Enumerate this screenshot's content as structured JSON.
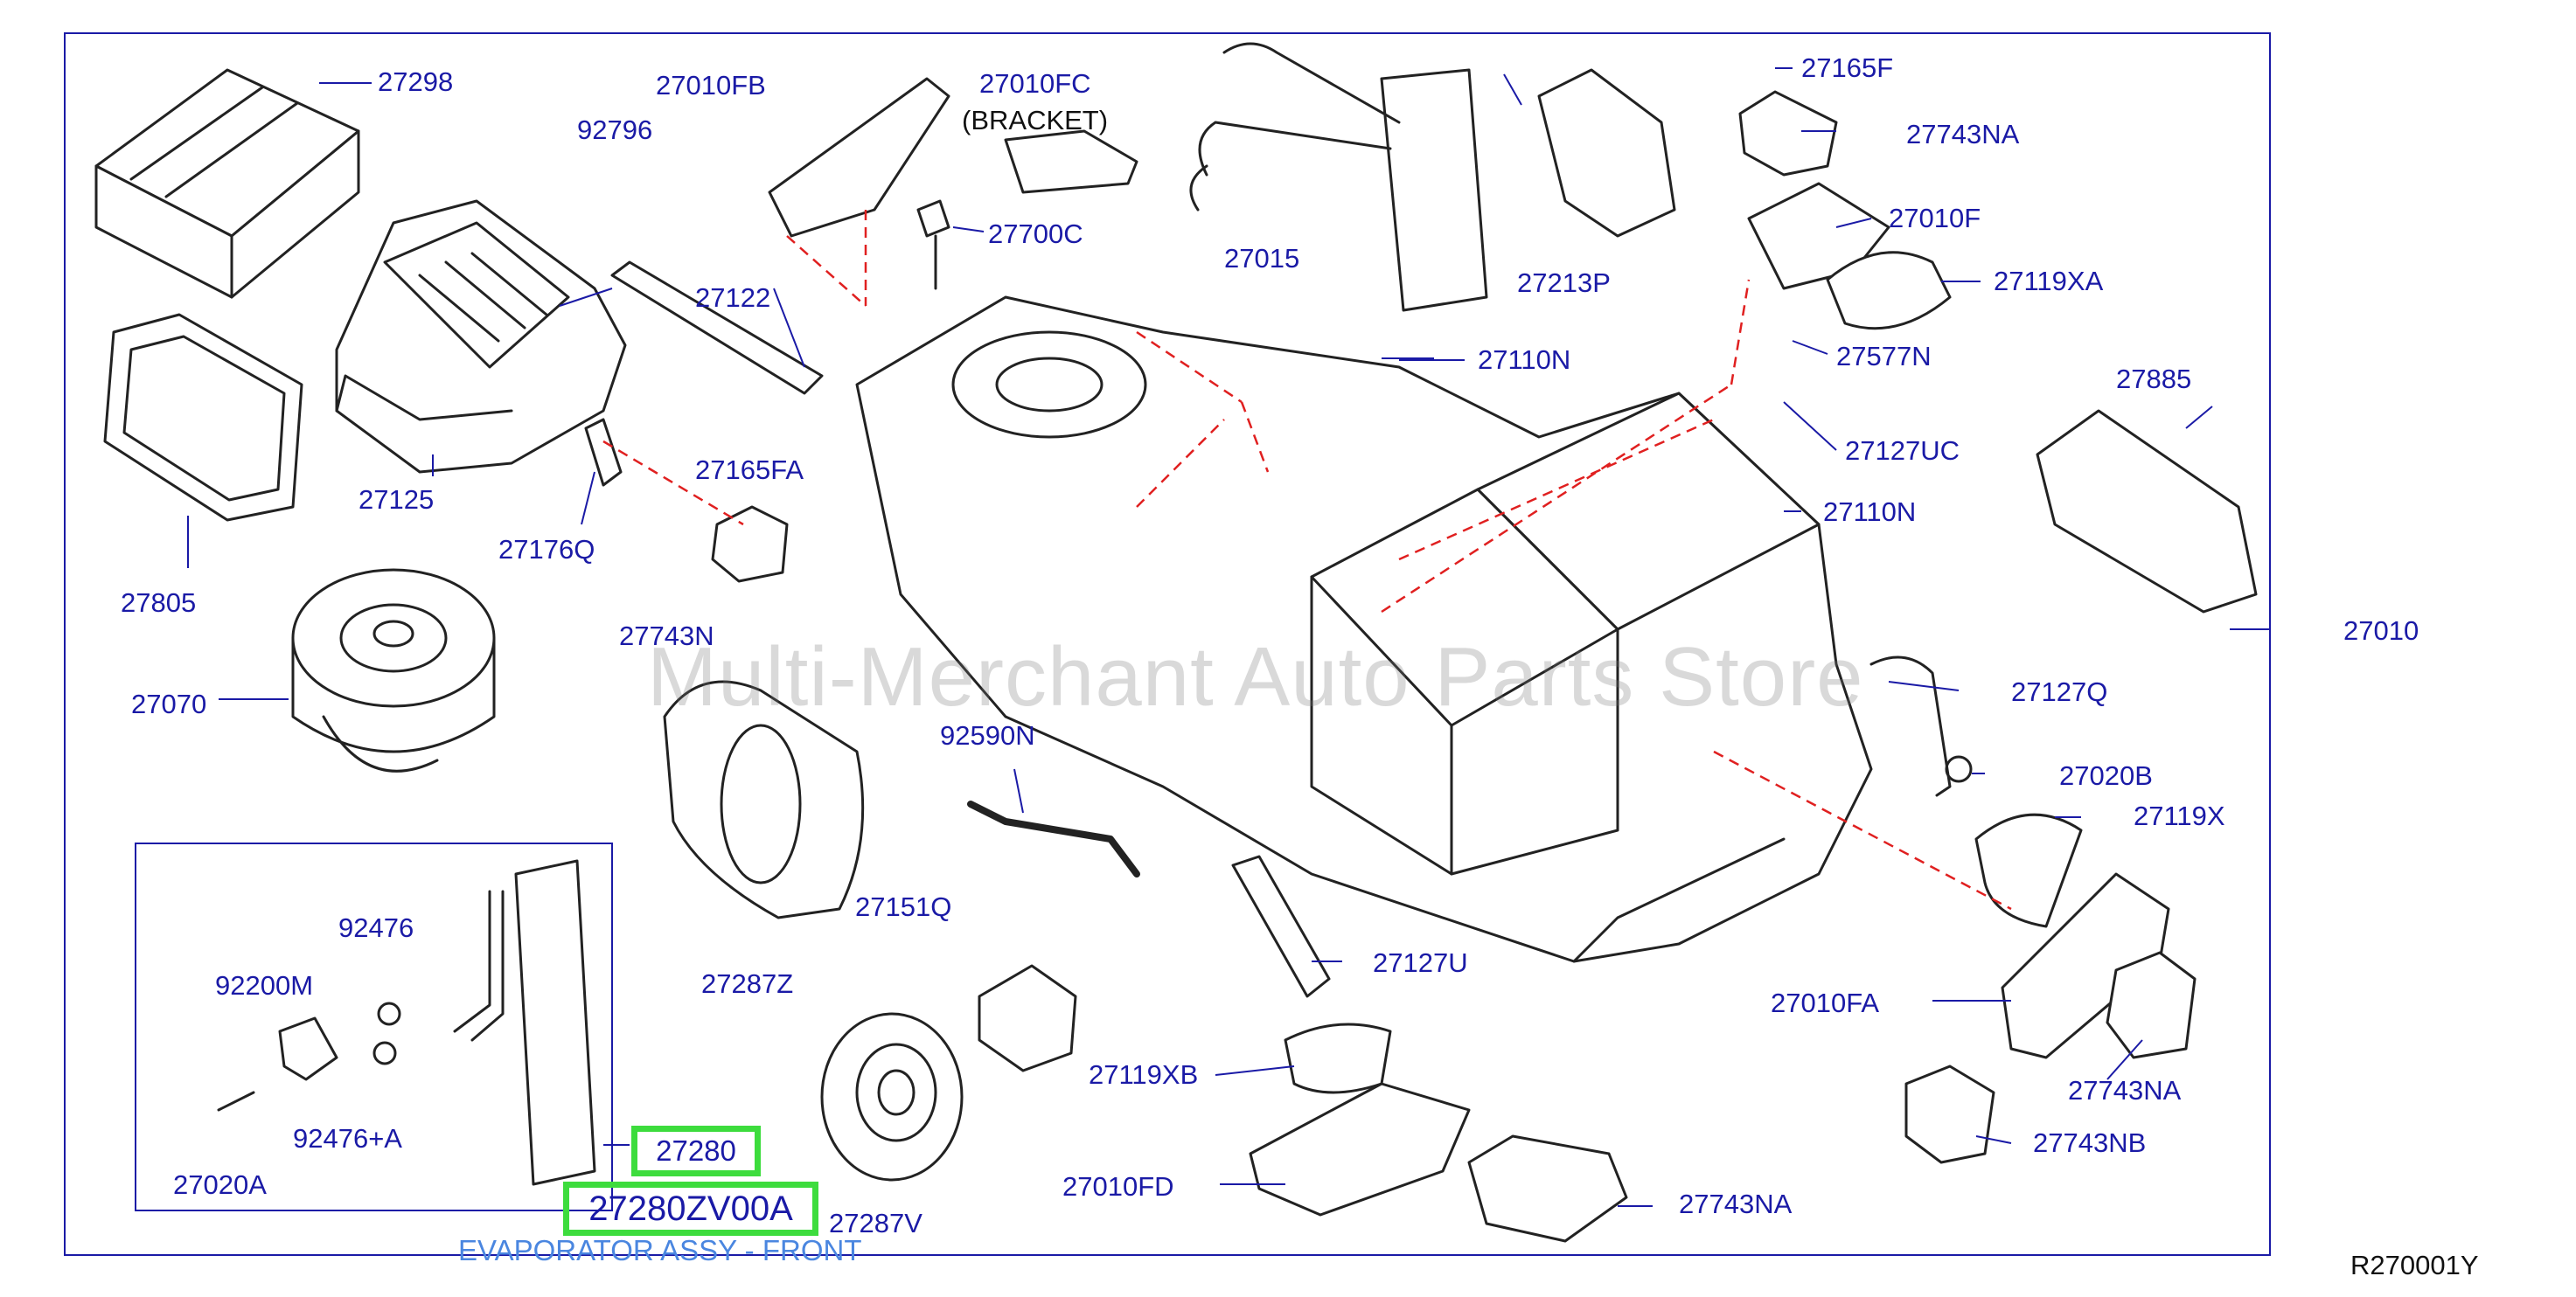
{
  "diagram": {
    "watermark": "Multi-Merchant Auto Parts Store",
    "reference_code": "R270001Y",
    "highlight_small": "27280",
    "highlight_large": "27280ZV00A",
    "caption": "EVAPORATOR ASSY - FRONT",
    "colors": {
      "label": "#1a1aa6",
      "highlight": "#3ddc3d",
      "caption": "#4a86e0",
      "leader_dashed": "#e02020"
    },
    "parts": [
      "27298",
      "27010FB",
      "27010FC",
      "(BRACKET)",
      "92796",
      "27700C",
      "27015",
      "27213P",
      "27165F",
      "27743NA",
      "27010F",
      "27119XA",
      "27577N",
      "27122",
      "27125",
      "27805",
      "27165FA",
      "27176Q",
      "27110N",
      "27885",
      "27127UC",
      "27110N",
      "27743N",
      "27070",
      "27010",
      "27127Q",
      "92590N",
      "27020B",
      "27119X",
      "92476",
      "92200M",
      "92476+A",
      "27020A",
      "27287Z",
      "27151Q",
      "27127U",
      "27010FA",
      "27743NA",
      "27119XB",
      "27287V",
      "27010FD",
      "27743NB",
      "27743NA"
    ]
  }
}
